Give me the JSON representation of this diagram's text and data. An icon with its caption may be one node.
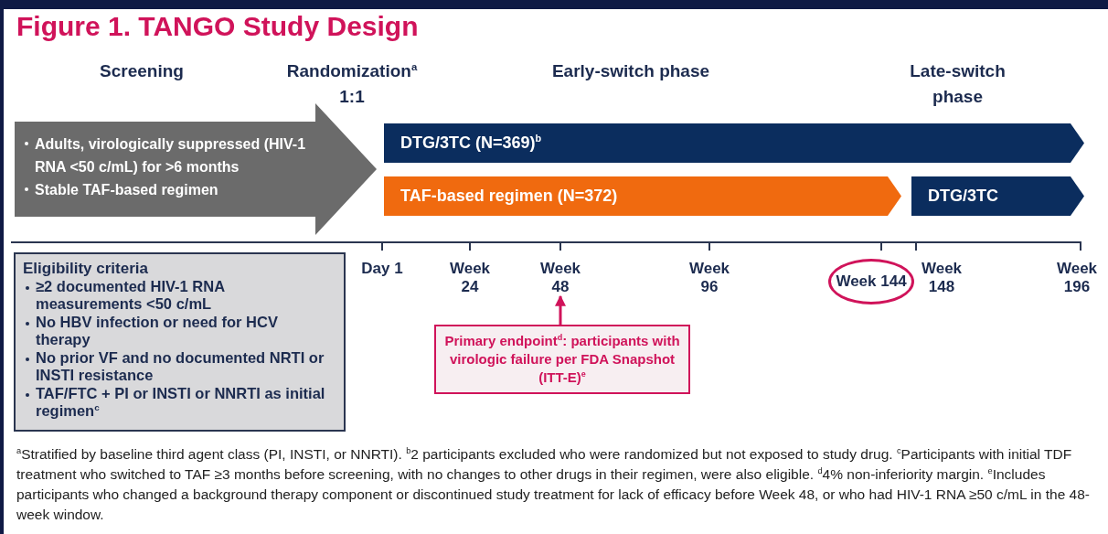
{
  "diagram": {
    "title": "Figure 1. TANGO Study Design",
    "nodes": [
      {
        "text": [
          "Adults, virologically suppressed (HIV-1 RNA <50 c/mL) for >6 months",
          "Stable TAF-based regimen"
        ]
      },
      {
        "text": [
          "DTG/3TC (N=369)$^{b}$"
        ]
      },
      {
        "text": [
          "TAF-based regimen (N=372)"
        ]
      },
      {
        "text": [
          "DTG/3TC"
        ]
      },
      {
        "text": [
          "Eligibility criteria",
          "≥2 documented HIV-1 RNA measurements <50 c/mL",
          "No HBV infection or need for HCV therapy",
          "No prior VF and no documented NRTI or INSTI resistance",
          "TAF/FTC + PI or INSTI or NNRTI as initial regimen$^{c}$"
        ]
      },
      {
        "text": [
          "Week 48"
        ]
      },
      {
        "text": [
          "Week 144"
        ]
      },
      {
        "text": [
          "Primary endpoint$^{d}$: participants with virologic failure per FDA Snapshot (ITT-E)$^{e}$"
        ]
      }
    ],
    "edges": [
      {
        "from": 7,
        "to": 5,
        "arrow": "to",
        "color": "#d0135a"
      }
    ],
    "labels": [
      "Screening",
      "Randomization$^{a}$ 1:1",
      "Early-switch phase",
      "Late-switch phase",
      "Day 1",
      "Week 24",
      "Week 96",
      "Week 148",
      "Week 196",
      "$^{a}$Stratified by baseline third agent class (PI, INSTI, or NNRTI). $^{b}$2 participants excluded who were randomized but not exposed to study drug. $^{c}$Participants with initial TDF treatment who switched to TAF ≥3 months before screening, with no changes to other drugs in their regimen, were also eligible. $^{d}$4% non-inferiority margin. $^{e}$Includes participants who changed a background therapy component or discontinued study treatment for lack of efficacy before Week 48, or who had HIV-1 RNA ≥50 c/mL in the 48-week window."
    ]
  }
}
